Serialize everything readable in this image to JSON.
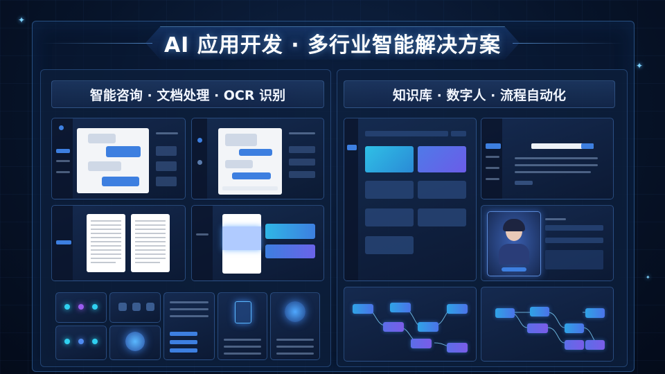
{
  "header": {
    "title": "AI 应用开发 · 多行业智能解决方案"
  },
  "sections": {
    "left": {
      "title": "智能咨询 · 文档处理 · OCR 识别"
    },
    "right": {
      "title": "知识库 · 数字人 · 流程自动化"
    }
  },
  "icons": [
    "sparkle-icon",
    "chat-icon",
    "document-icon",
    "scan-icon",
    "avatar-icon",
    "flow-icon"
  ],
  "colors": {
    "accent": "#3d7fe0",
    "cyan": "#2fd0f0",
    "purple": "#7a5ce8",
    "background": "#07142a"
  }
}
